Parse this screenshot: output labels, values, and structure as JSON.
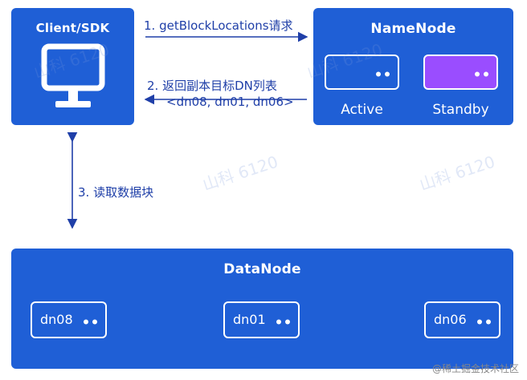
{
  "client": {
    "title": "Client/SDK",
    "icon": "monitor-icon"
  },
  "namenode": {
    "title": "NameNode",
    "servers": [
      {
        "label": "Active",
        "color": "#1f5fd6"
      },
      {
        "label": "Standby",
        "color": "#9a4dff"
      }
    ]
  },
  "datanode": {
    "title": "DataNode",
    "nodes": [
      {
        "label": "dn08"
      },
      {
        "label": "dn01"
      },
      {
        "label": "dn06"
      }
    ]
  },
  "steps": {
    "step1": "1. getBlockLocations请求",
    "step2": "2. 返回副本目标DN列表",
    "step2_detail": "<dn08, dn01, dn06>",
    "step3": "3. 读取数据块"
  },
  "watermark": "山科 6120",
  "credit": "@稀土掘金技术社区",
  "colors": {
    "panel": "#1f5fd6",
    "standby": "#9a4dff",
    "arrow": "#1f3fa8"
  }
}
